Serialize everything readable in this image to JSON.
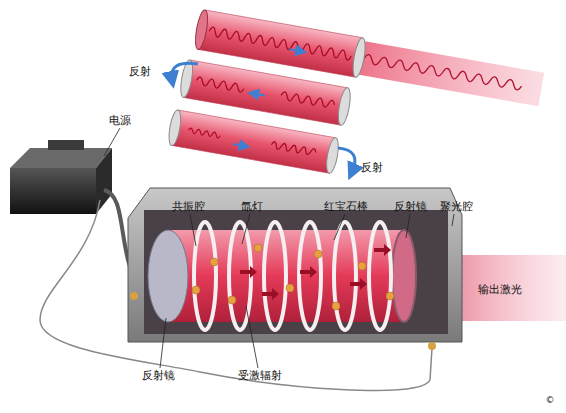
{
  "diagram": {
    "labels": [
      "反射",
      "电源",
      "共振腔",
      "氙灯",
      "红宝石棒",
      "反射镜",
      "聚光腔",
      "反射",
      "输出激光",
      "反射镜",
      "受激辐射",
      "©"
    ]
  }
}
